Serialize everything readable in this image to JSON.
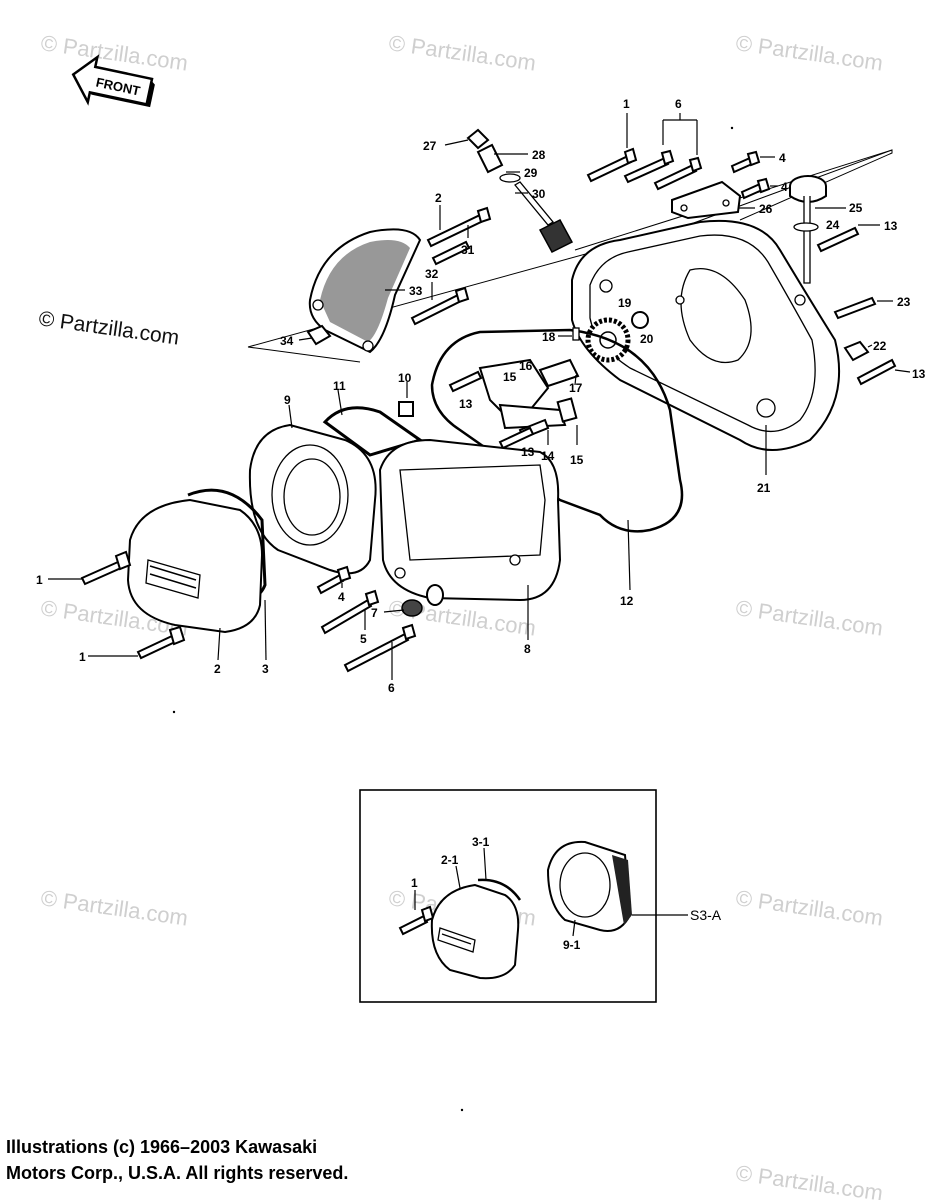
{
  "watermark": "© Partzilla.com",
  "front_label": "FRONT",
  "callouts": {
    "c1a": "1",
    "c6a": "6",
    "c27": "27",
    "c28": "28",
    "c29": "29",
    "c30": "30",
    "c4a": "4",
    "c4b": "4",
    "c26": "26",
    "c25": "25",
    "c24": "24",
    "c13a": "13",
    "c2a": "2",
    "c31": "31",
    "c32": "32",
    "c33": "33",
    "c34": "34",
    "c23": "23",
    "c22": "22",
    "c13b": "13",
    "c19": "19",
    "c18": "18",
    "c20": "20",
    "c16": "16",
    "c15a": "15",
    "c17": "17",
    "c13c": "13",
    "c10": "10",
    "c11": "11",
    "c9": "9",
    "c13d": "13",
    "c14": "14",
    "c15b": "15",
    "c21": "21",
    "c1b": "1",
    "c1c": "1",
    "c2b": "2",
    "c3": "3",
    "c4c": "4",
    "c7": "7",
    "c5": "5",
    "c6b": "6",
    "c8": "8",
    "c12": "12",
    "c1d": "1",
    "c2_1": "2-1",
    "c3_1": "3-1",
    "c9_1": "9-1",
    "s3a": "S3-A"
  },
  "copyright_line1": "Illustrations (c) 1966–2003 Kawasaki",
  "copyright_line2": "Motors Corp., U.S.A.  All rights reserved."
}
